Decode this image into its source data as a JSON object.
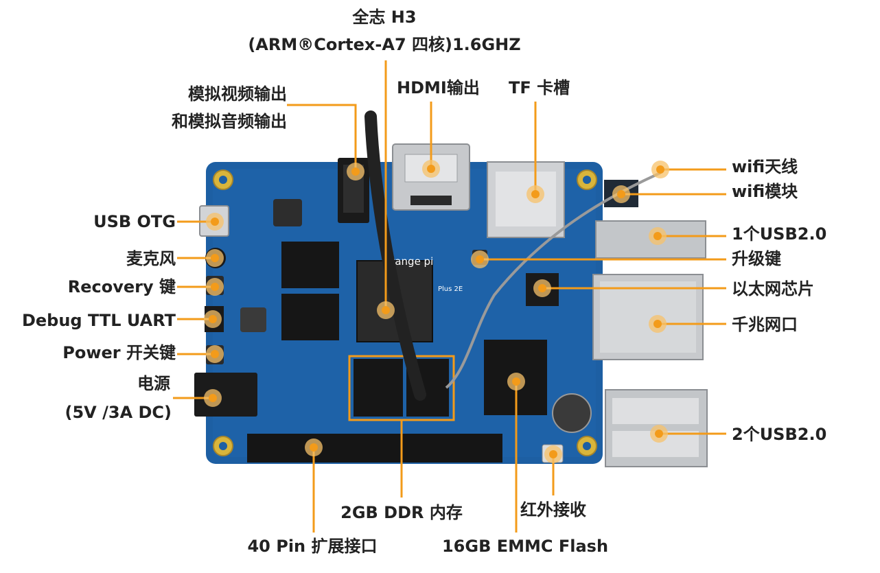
{
  "board": {
    "silkscreen_logo": "orange pi",
    "silkscreen_model": "Plus 2E"
  },
  "colors": {
    "pcb": "#1d5fa3",
    "pcb_dark": "#154a82",
    "leader": "#f39b1a",
    "label": "#222222"
  },
  "labels": {
    "soc_line1": "全志 H3",
    "soc_line2": "(ARM®Cortex-A7 四核)1.6GHZ",
    "av_line1": "模拟视频输出",
    "av_line2": "和模拟音频输出",
    "hdmi": "HDMI输出",
    "tf": "TF 卡槽",
    "wifi_antenna": "wifi天线",
    "wifi_module": "wifi模块",
    "usb_otg": "USB OTG",
    "mic": "麦克风",
    "recovery": "Recovery 键",
    "debug": "Debug TTL UART",
    "power_key": "Power 开关键",
    "power_line1": "电源",
    "power_line2": "(5V /3A DC)",
    "usb1": "1个USB2.0",
    "upgrade": "升级键",
    "eth_chip": "以太网芯片",
    "gbe": "千兆网口",
    "usb2": "2个USB2.0",
    "ddr": "2GB DDR 内存",
    "ir": "红外接收",
    "gpio": "40 Pin 扩展接口",
    "emmc": "16GB EMMC Flash"
  }
}
